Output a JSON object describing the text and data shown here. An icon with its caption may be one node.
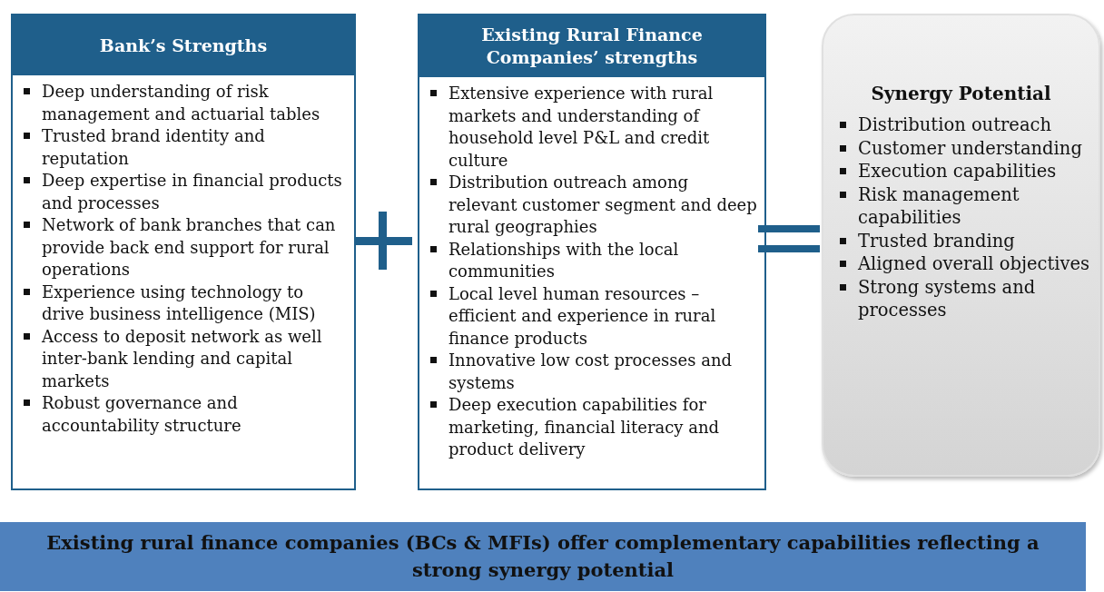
{
  "diagram": {
    "nodes": [
      {
        "text": [
          "Bank’s Strengths",
          "Deep understanding of risk management and actuarial tables",
          "Trusted brand identity and reputation",
          "Deep expertise in financial products and processes",
          "Network of bank branches that can provide back end support for rural operations",
          "Experience using technology to drive business intelligence (MIS)",
          "Access to deposit network as well inter-bank lending and capital markets",
          "Robust governance and accountability structure"
        ]
      },
      {
        "text": [
          "Existing Rural Finance Companies’ strengths",
          "Extensive experience with rural markets and understanding of household level P&L and credit culture",
          "Distribution outreach among relevant customer segment and deep rural geographies",
          "Relationships with the local communities",
          "Local level human resources – efficient and experience in rural finance products",
          "Innovative low cost processes and systems",
          "Deep execution capabilities for marketing, financial literacy and product delivery"
        ]
      },
      {
        "text": [
          "Synergy Potential",
          "Distribution outreach",
          "Customer understanding",
          "Execution capabilities",
          "Risk management capabilities",
          "Trusted branding",
          "Aligned overall objectives",
          "Strong systems and processes"
        ]
      },
      {
        "text": [
          "Existing rural finance companies (BCs & MFIs) offer complementary capabilities reflecting a strong synergy potential"
        ]
      }
    ]
  }
}
